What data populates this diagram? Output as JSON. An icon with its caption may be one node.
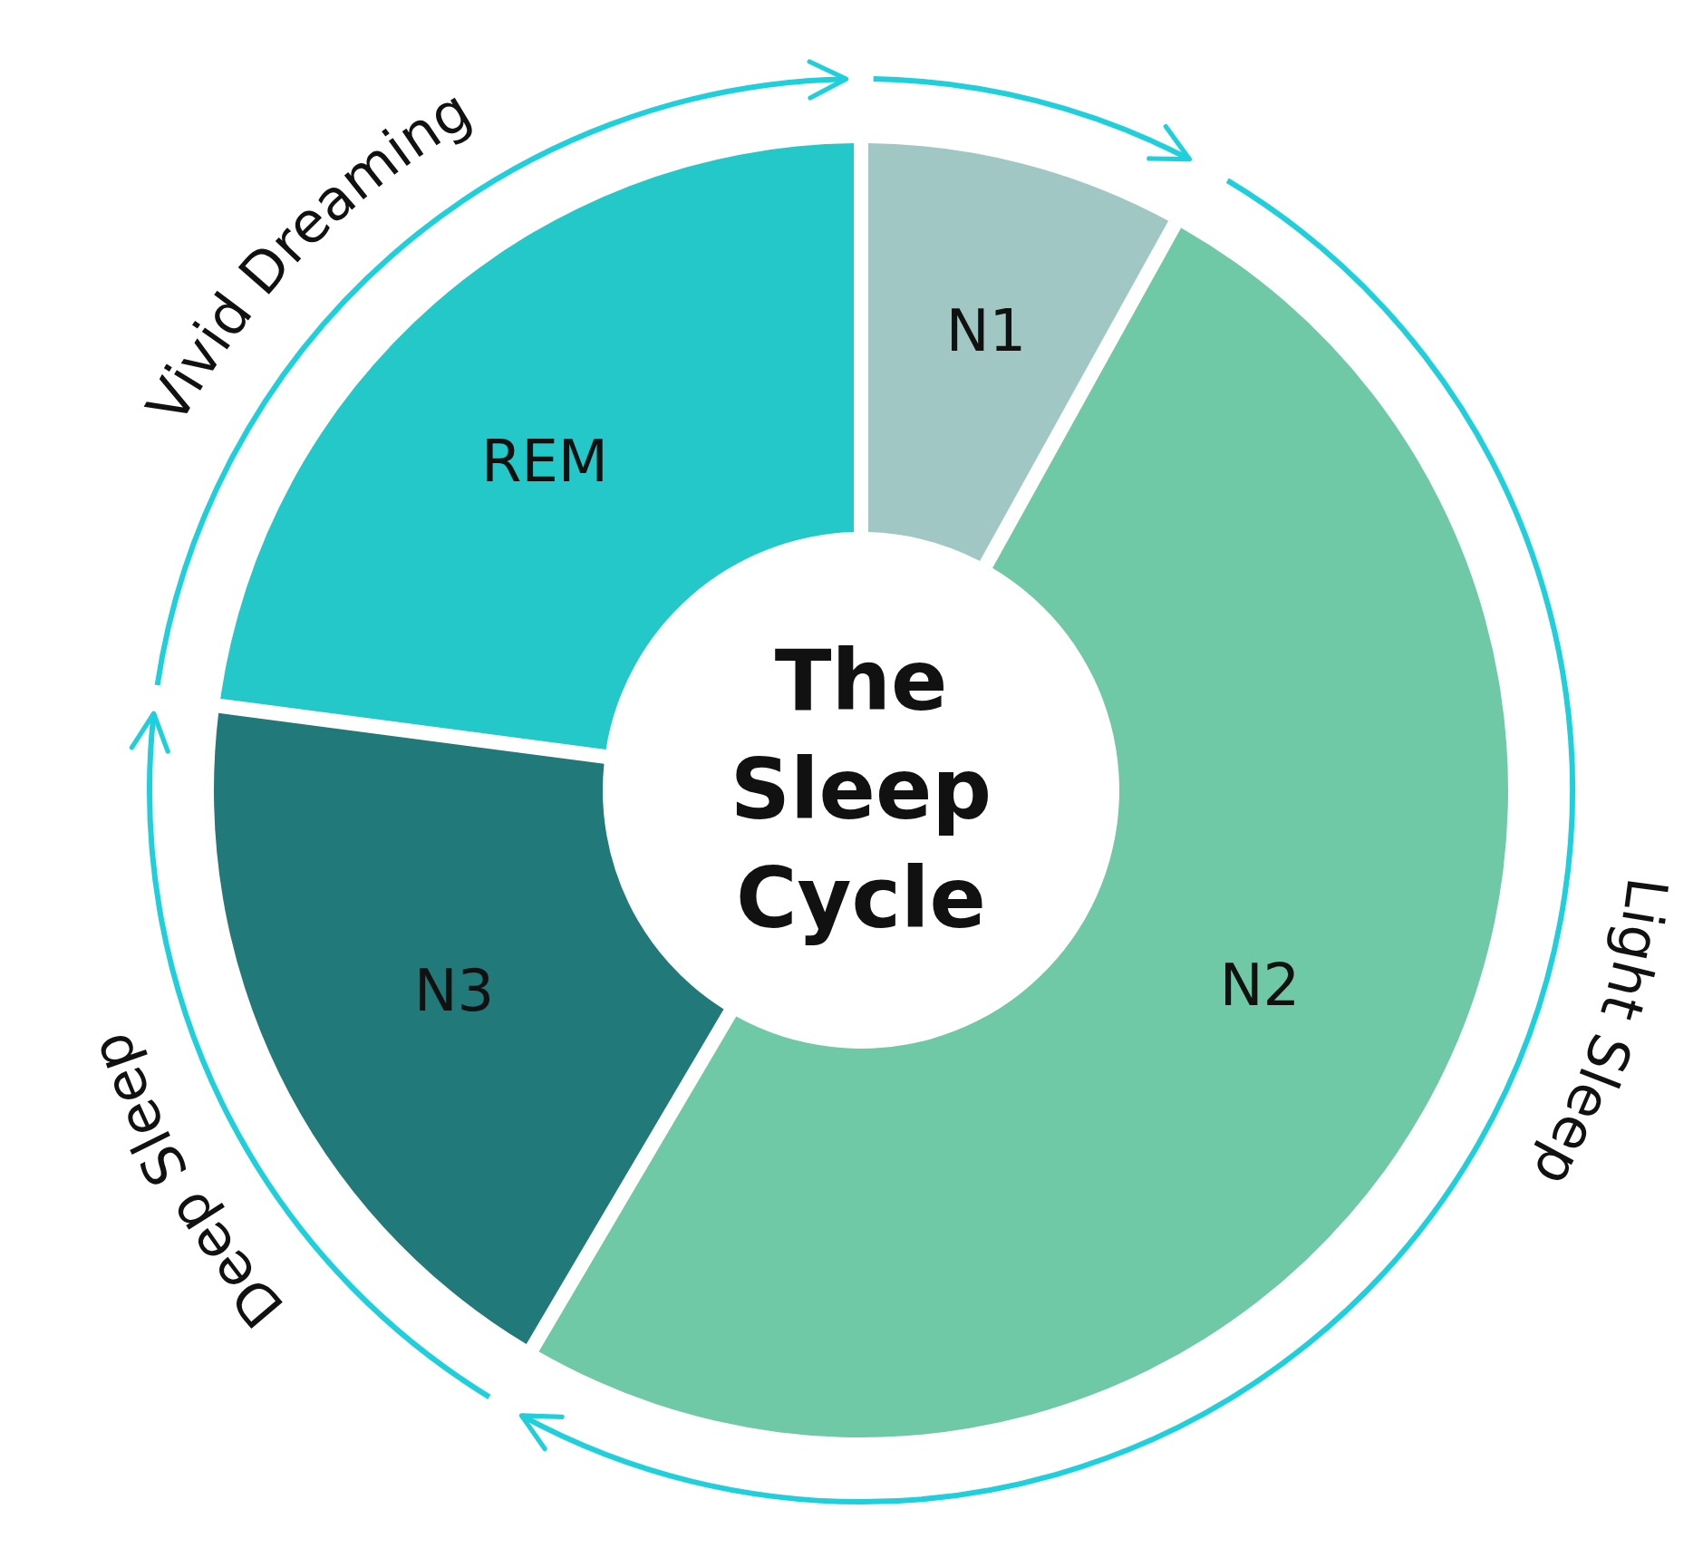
{
  "diagram": {
    "title": "The Sleep Cycle",
    "nodes": [
      {
        "text": [
          "N1"
        ]
      },
      {
        "text": [
          "N2"
        ]
      },
      {
        "text": [
          "N3"
        ]
      },
      {
        "text": [
          "REM"
        ]
      }
    ],
    "labels": [
      "Vivid Dreaming",
      "Light Sleep",
      "Deep Sleep"
    ]
  }
}
